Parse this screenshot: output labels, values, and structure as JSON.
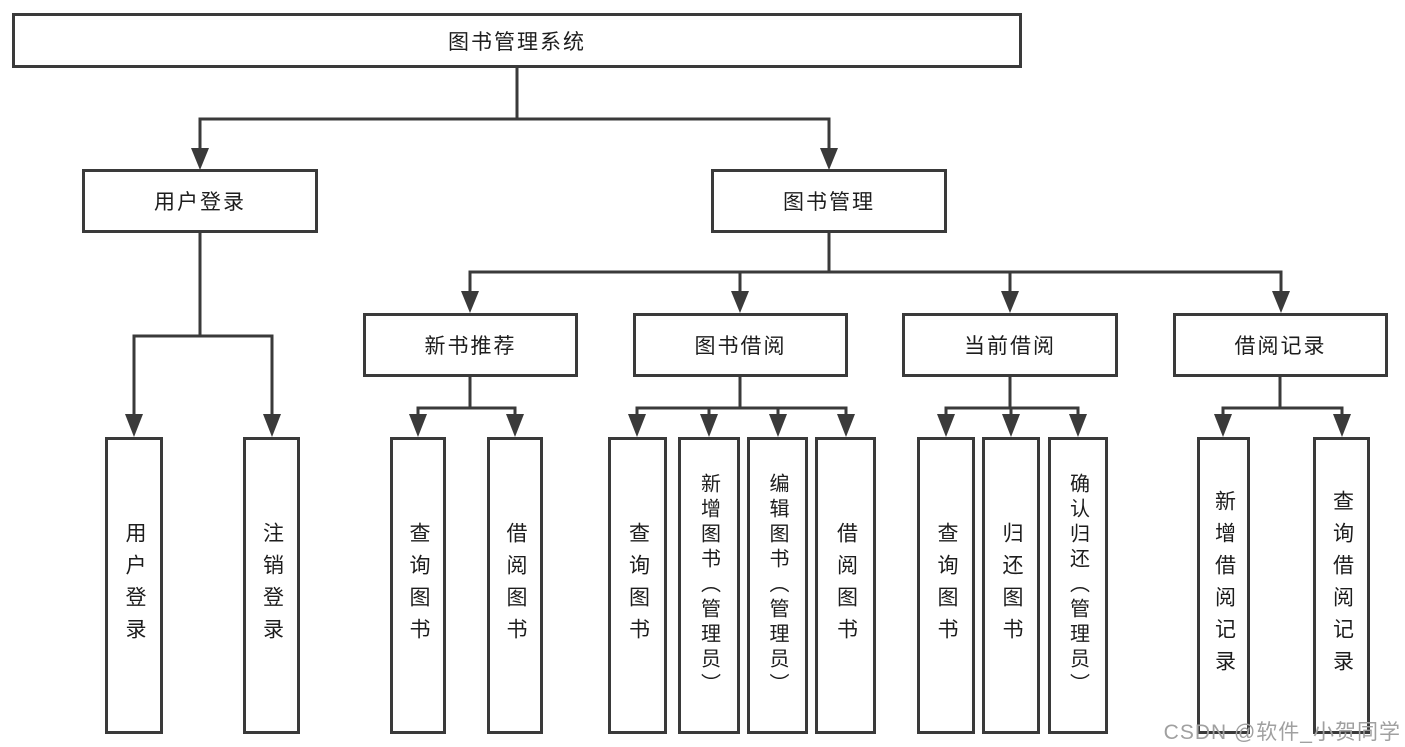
{
  "diagram": {
    "root": {
      "label": "图书管理系统"
    },
    "branches": [
      {
        "label": "用户登录",
        "children": [
          {
            "label": "用户登录"
          },
          {
            "label": "注销登录"
          }
        ]
      },
      {
        "label": "图书管理",
        "children": [
          {
            "label": "新书推荐",
            "children": [
              {
                "label": "查询图书"
              },
              {
                "label": "借阅图书"
              }
            ]
          },
          {
            "label": "图书借阅",
            "children": [
              {
                "label": "查询图书"
              },
              {
                "label": "新增图书（管理员）"
              },
              {
                "label": "编辑图书（管理员）"
              },
              {
                "label": "借阅图书"
              }
            ]
          },
          {
            "label": "当前借阅",
            "children": [
              {
                "label": "查询图书"
              },
              {
                "label": "归还图书"
              },
              {
                "label": "确认归还（管理员）"
              }
            ]
          },
          {
            "label": "借阅记录",
            "children": [
              {
                "label": "新增借阅记录"
              },
              {
                "label": "查询借阅记录"
              }
            ]
          }
        ]
      }
    ]
  },
  "watermark": {
    "text": "CSDN @软件_小贺同学"
  },
  "colors": {
    "line": "#3a3a3a",
    "text": "#1d1d1d",
    "watermark": "#a0a0a0",
    "background": "#ffffff"
  }
}
